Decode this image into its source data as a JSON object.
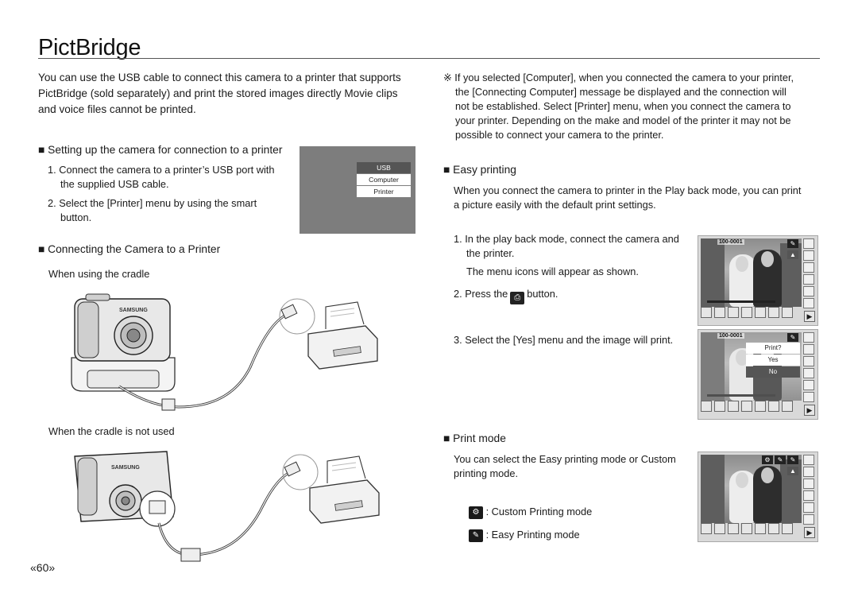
{
  "page": {
    "title": "PictBridge",
    "page_number": "«60»"
  },
  "left": {
    "intro": "You can use the USB cable to connect this camera to a printer that supports PictBridge (sold separately) and print the stored images directly Movie clips and voice files cannot be printed.",
    "setup_heading": "■ Setting up the camera for connection to a printer",
    "step1": "1. Connect the camera to a printer’s USB port with",
    "step1b": "the supplied USB cable.",
    "step2": "2. Select the [Printer] menu by using the smart",
    "step2b": "button.",
    "connect_heading": "■ Connecting the Camera to a Printer",
    "cradle_label": "When using the cradle",
    "no_cradle_label": "When the cradle is not used",
    "camera_brand": "SAMSUNG"
  },
  "usb_menu": {
    "header": "USB",
    "options": [
      "Computer",
      "Printer"
    ]
  },
  "right": {
    "note1": "※ If you selected [Computer], when you connected the camera to your printer,",
    "note2": "the [Connecting Computer] message be displayed and the connection will",
    "note3": "not be established. Select [Printer] menu, when you connect the camera to",
    "note4": "your printer. Depending on the make and model of the printer it may not be",
    "note5": "possible to connect your camera to the printer.",
    "easy_heading": "■ Easy printing",
    "easy_text1": "When you connect the camera to printer in the Play back mode, you can print",
    "easy_text2": "a picture easily with the default print settings.",
    "ep_step1": "1. In the play back mode, connect the camera and",
    "ep_step1b": "the printer.",
    "ep_step1c": "The menu icons will appear as shown.",
    "ep_step2a": "2. Press the",
    "ep_step2b": "button.",
    "ep_step3": "3. Select the [Yes] menu and the image will print.",
    "mode_heading": "■ Print mode",
    "mode_text1": "You can select the Easy printing mode or Custom",
    "mode_text2": "printing mode.",
    "custom_mode": ": Custom Printing mode",
    "easy_mode": ": Easy Printing mode"
  },
  "lcd": {
    "file_counter": "100-0001",
    "prompt_title": "Print?",
    "prompt_yes": "Yes",
    "prompt_no": "No"
  }
}
